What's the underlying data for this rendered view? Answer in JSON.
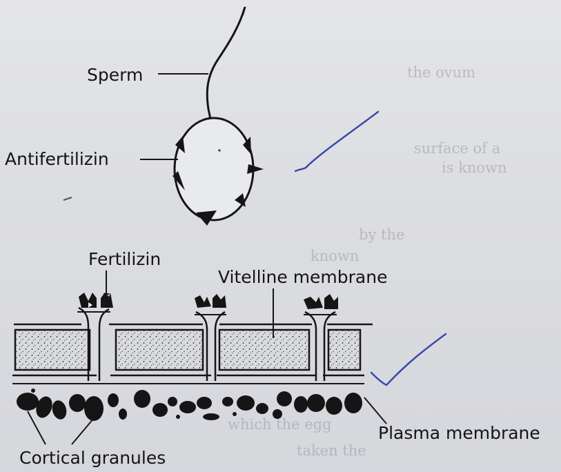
{
  "labels": {
    "sperm": "Sperm",
    "antifertilizin": "Antifertilizin",
    "fertilizin": "Fertilizin",
    "vitelline_membrane": "Vitelline membrane",
    "plasma_membrane": "Plasma membrane",
    "cortical_granules": "Cortical granules"
  },
  "colors": {
    "paper": "#dedfe2",
    "ink": "#141414",
    "pen": "#3a4aa8"
  }
}
